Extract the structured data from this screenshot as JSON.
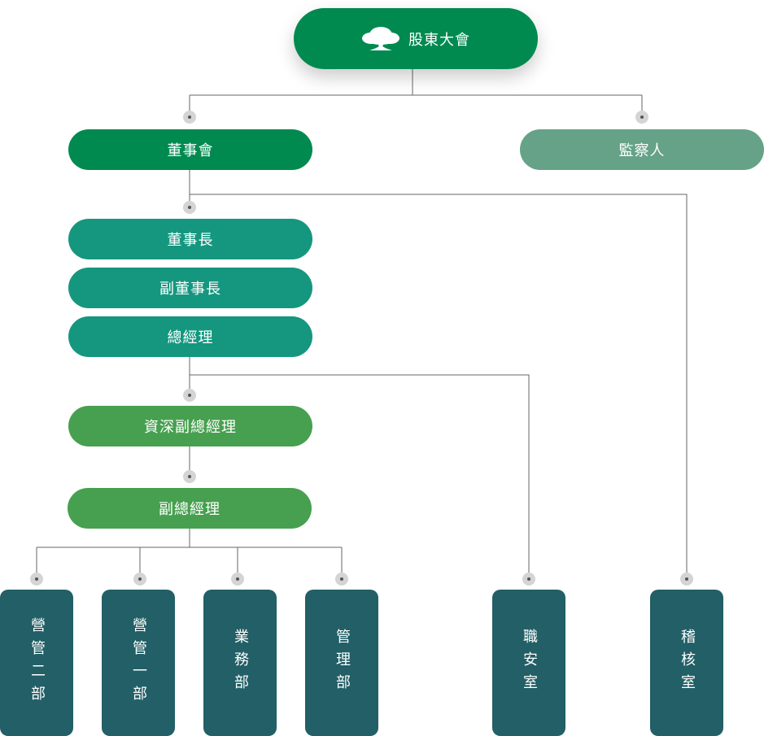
{
  "colors": {
    "shareholders": "#008a50",
    "board": "#008a50",
    "supervisor": "#65a287",
    "executives": "#15977f",
    "vice_presidents": "#47a04f",
    "departments": "#225f66",
    "connector_line": "#666666",
    "connector_dot": "#d4d4d4"
  },
  "chart": {
    "top": {
      "label": "股東大會",
      "icon": "tree-icon"
    },
    "board": {
      "label": "董事會"
    },
    "supervisor": {
      "label": "監察人"
    },
    "chairman": {
      "label": "董事長"
    },
    "vice_chairman": {
      "label": "副董事長"
    },
    "president": {
      "label": "總經理"
    },
    "senior_vp": {
      "label": "資深副總經理"
    },
    "vp": {
      "label": "副總經理"
    },
    "departments": [
      {
        "label": "營管二部"
      },
      {
        "label": "營管一部"
      },
      {
        "label": "業務部"
      },
      {
        "label": "管理部"
      },
      {
        "label": "職安室"
      },
      {
        "label": "稽核室"
      }
    ]
  }
}
